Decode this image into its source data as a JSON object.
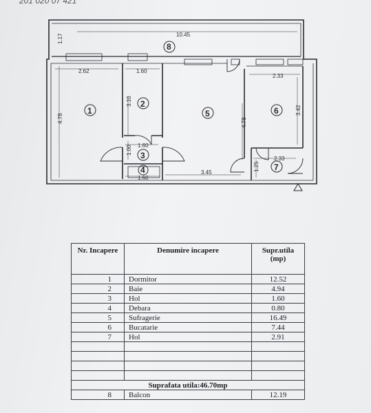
{
  "header": {
    "top_note": "201 020 07 421"
  },
  "plan": {
    "dimensions": {
      "total_width": "10.45",
      "balcony_depth": "1.17",
      "room1_width": "2.62",
      "room2_width": "1.60",
      "room6_width": "2.33",
      "room1_height": "4.78",
      "room2_height": "3.10",
      "room5_height": "4.78",
      "room6_height": "3.42",
      "hall_width": "1.60",
      "hall_depth": "1.00",
      "storage_width": "1.60",
      "living_bottom": "3.45",
      "room7_width": "2.33",
      "room7_depth": "1.25"
    },
    "room_numbers": [
      "1",
      "2",
      "3",
      "4",
      "5",
      "6",
      "7",
      "8"
    ]
  },
  "table": {
    "headers": {
      "nr": "Nr. Incapere",
      "name": "Denumire incapere",
      "area": "Supr.utila (mp)"
    },
    "rows": [
      {
        "nr": "1",
        "name": "Dormitor",
        "area": "12.52"
      },
      {
        "nr": "2",
        "name": "Baie",
        "area": "4.94"
      },
      {
        "nr": "3",
        "name": "Hol",
        "area": "1.60"
      },
      {
        "nr": "4",
        "name": "Debara",
        "area": "0.80"
      },
      {
        "nr": "5",
        "name": "Sufragerie",
        "area": "16.49"
      },
      {
        "nr": "6",
        "name": "Bucatarie",
        "area": "7.44"
      },
      {
        "nr": "7",
        "name": "Hol",
        "area": "2.91"
      }
    ],
    "summary": "Suprafata utila:46.70mp",
    "balcony": {
      "nr": "8",
      "name": "Balcon",
      "area": "12.19"
    }
  }
}
